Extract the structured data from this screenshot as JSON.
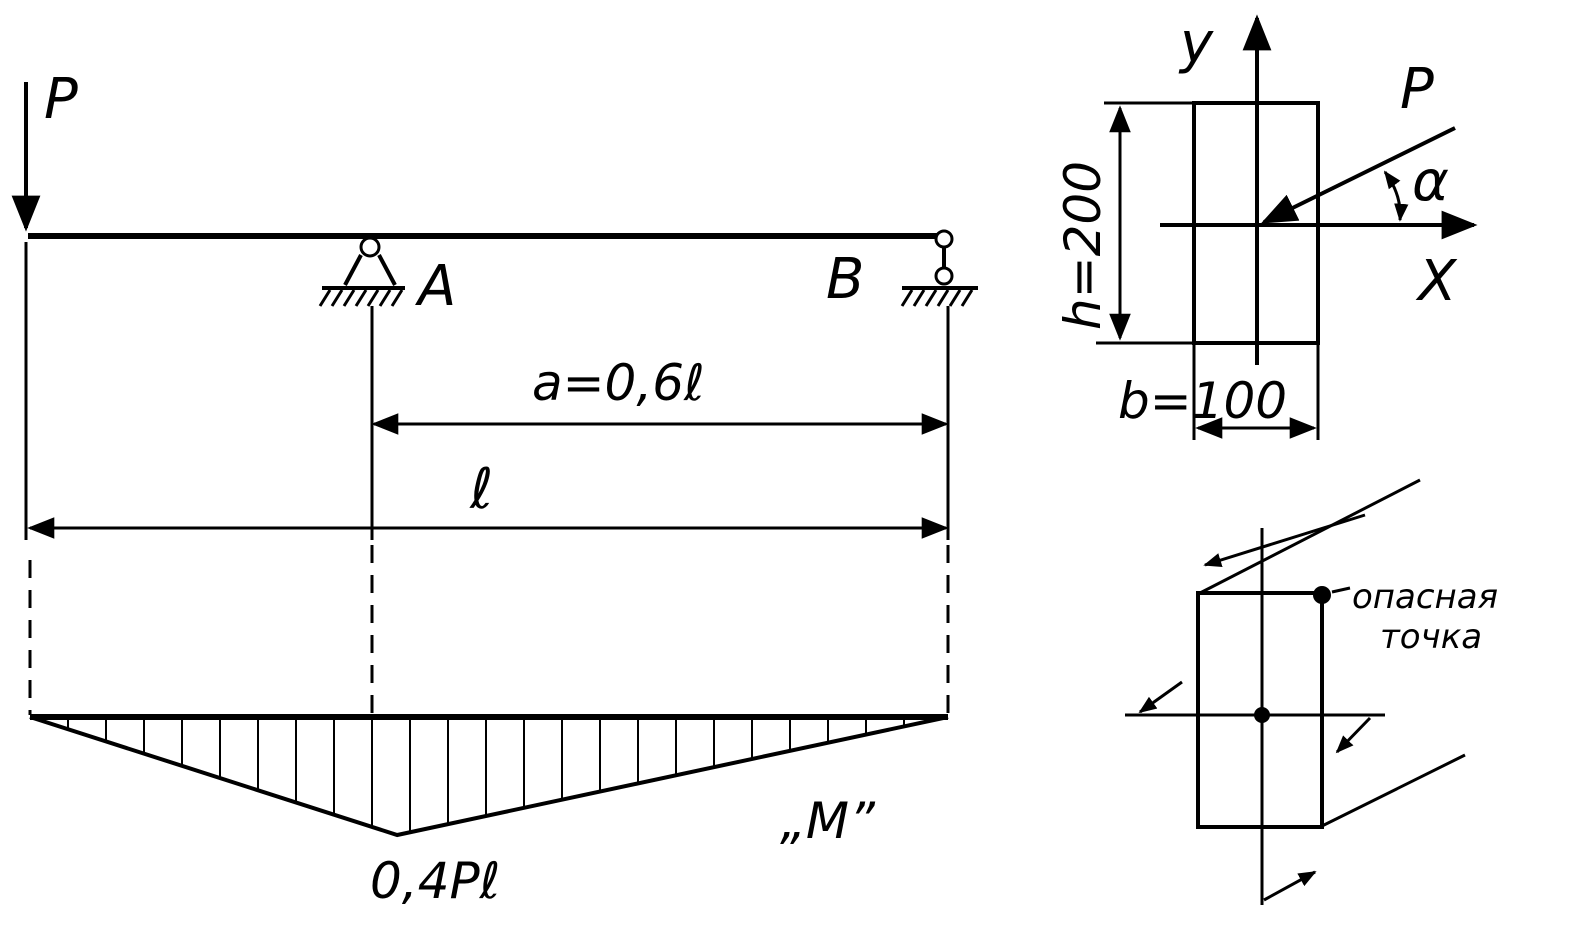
{
  "beam": {
    "force_label": "P",
    "support_a_label": "A",
    "support_b_label": "B",
    "dim_a_label": "a=0,6ℓ",
    "dim_l_label": "ℓ"
  },
  "moment_diagram": {
    "name_label": "„M”",
    "max_label": "0,4Pℓ",
    "max_value_fraction_of_Pl": 0.4,
    "position_of_max_fraction_of_l": 0.4
  },
  "section": {
    "y_axis_label": "y",
    "x_axis_label": "X",
    "force_label": "P",
    "angle_label": "α",
    "height_label": "h=200",
    "width_label": "b=100",
    "h": 200,
    "b": 100
  },
  "danger": {
    "line1": "опасная",
    "line2": "точка"
  }
}
